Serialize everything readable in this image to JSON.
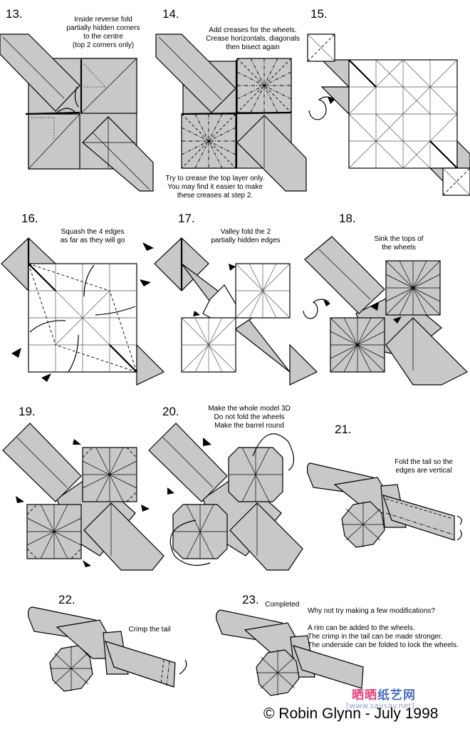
{
  "document": {
    "title": "Origami cannon diagrams, steps 13-23",
    "colors": {
      "paper_gray": "#c8c8c8",
      "paper_white": "#ffffff",
      "line": "#000000",
      "watermark_pink": "#e8427c",
      "watermark_blue": "#4a6fc0"
    }
  },
  "steps": [
    {
      "number": "13.",
      "instructions": [
        "Inside reverse fold",
        "partially hidden corners",
        "to the centre",
        "(top 2 corners only)"
      ]
    },
    {
      "number": "14.",
      "instructions": [
        "Add creases for the wheels.",
        "Crease horizontals, diagonals",
        "then bisect again"
      ],
      "footnote": [
        "Try to crease the top layer only.",
        "You may find it easier to make",
        "these creases at step 2."
      ]
    },
    {
      "number": "15.",
      "instructions": [],
      "symbol": "turn-over-icon"
    },
    {
      "number": "16.",
      "instructions": [
        "Squash the 4 edges",
        "as far as they will go"
      ]
    },
    {
      "number": "17.",
      "instructions": [
        "Valley fold the 2",
        "partially hidden edges"
      ]
    },
    {
      "number": "18.",
      "instructions": [
        "Sink the tops of",
        "the wheels"
      ],
      "symbol": "turn-over-icon"
    },
    {
      "number": "19.",
      "instructions": []
    },
    {
      "number": "20.",
      "instructions": [
        "Make the whole model 3D",
        "Do not fold the wheels",
        "Make the barrel round"
      ]
    },
    {
      "number": "21.",
      "instructions": [
        "Fold the tail so the",
        "edges are vertical"
      ]
    },
    {
      "number": "22.",
      "instructions": [
        "Crimp the tail"
      ]
    },
    {
      "number": "23.",
      "label": "Completed",
      "instructions": [
        "Why not try making a few modifications?",
        "",
        "A rim can be added to the wheels.",
        "The crimp in the tail can be made stronger.",
        "The underside can be folded to lock the wheels."
      ]
    }
  ],
  "footer": {
    "copyright": "© Robin Glynn - July 1998",
    "watermark_cn_pink": "晒晒",
    "watermark_cn_blue": "纸艺网",
    "watermark_url": "[www.saysay.net]"
  }
}
